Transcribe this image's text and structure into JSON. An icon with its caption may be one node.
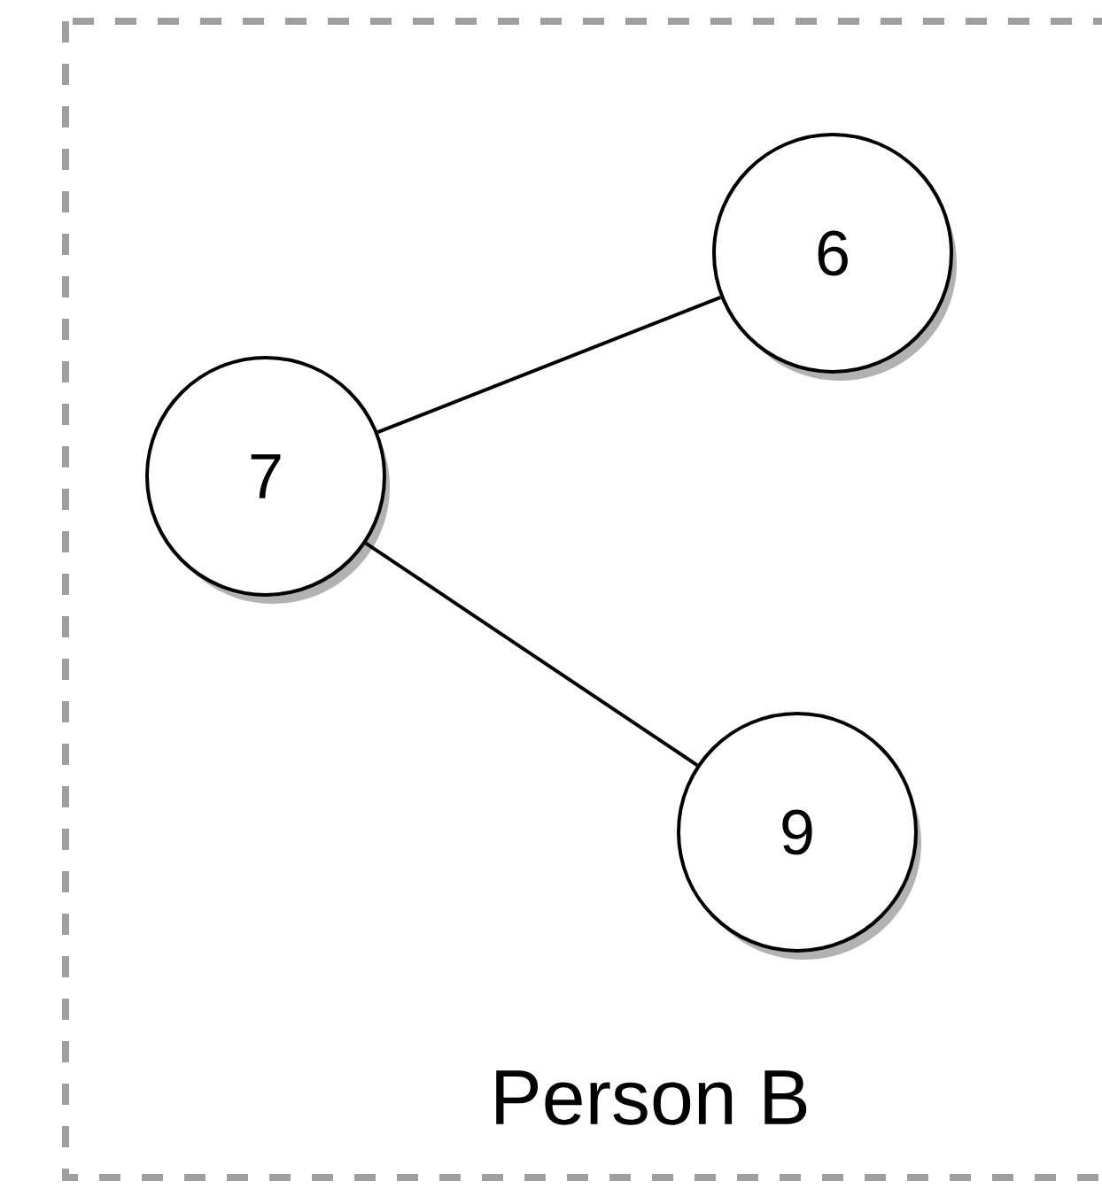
{
  "diagram": {
    "nodes": [
      {
        "text": [
          "Person B"
        ]
      },
      {
        "text": [
          "6"
        ],
        "in": 0
      },
      {
        "text": [
          "7"
        ],
        "in": 0
      },
      {
        "text": [
          "9"
        ],
        "in": 0
      }
    ],
    "edges": [
      {
        "from": 2,
        "to": 1,
        "arrow": "none"
      },
      {
        "from": 2,
        "to": 3,
        "arrow": "none"
      }
    ]
  }
}
